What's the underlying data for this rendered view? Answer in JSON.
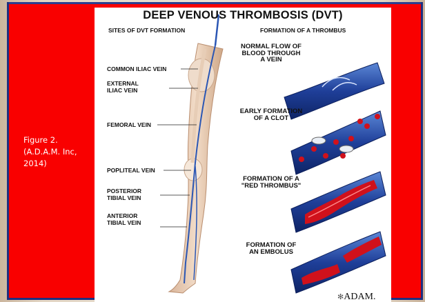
{
  "caption": {
    "line1": "Figure 2.",
    "line2": "(A.D.A.M. Inc,",
    "line3": "2014)"
  },
  "figure": {
    "title": "DEEP VENOUS THROMBOSIS (DVT)",
    "subtitle_left": "SITES OF DVT FORMATION",
    "subtitle_right": "FORMATION OF A THROMBUS",
    "vein_labels": [
      [
        "COMMON ILIAC VEIN"
      ],
      [
        "EXTERNAL",
        "ILIAC VEIN"
      ],
      [
        "FEMORAL VEIN"
      ],
      [
        "POPLITEAL VEIN"
      ],
      [
        "POSTERIOR",
        "TIBIAL VEIN"
      ],
      [
        "ANTERIOR",
        "TIBIAL VEIN"
      ]
    ],
    "stages": [
      [
        "NORMAL FLOW OF",
        "BLOOD THROUGH",
        "A VEIN"
      ],
      [
        "EARLY FORMATION",
        "OF A CLOT"
      ],
      [
        "FORMATION OF A",
        "\"RED THROMBUS\""
      ],
      [
        "FORMATION OF",
        "AN EMBOLUS"
      ]
    ],
    "logo": "ADAM."
  },
  "colors": {
    "slide": "#f90000",
    "border": "#1e2f80",
    "vein": "#2a56b4",
    "clot": "#d0111b"
  }
}
